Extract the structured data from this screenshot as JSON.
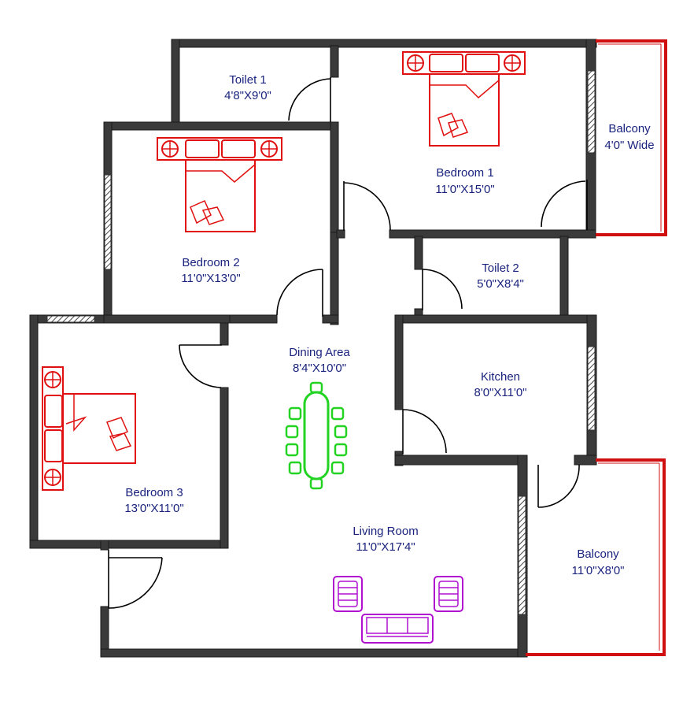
{
  "colors": {
    "wall": "#3a3a3a",
    "label": "#1a237e",
    "bed": "#e01010",
    "dining": "#22d322",
    "sofa": "#b010d0",
    "balcony_rail": "#d01010"
  },
  "rooms": {
    "toilet1": {
      "name": "Toilet 1",
      "dims": "4'8\"X9'0\""
    },
    "bedroom1": {
      "name": "Bedroom 1",
      "dims": "11'0\"X15'0\""
    },
    "balcony1": {
      "name": "Balcony",
      "dims": "4'0\" Wide"
    },
    "bedroom2": {
      "name": "Bedroom 2",
      "dims": "11'0\"X13'0\""
    },
    "toilet2": {
      "name": "Toilet 2",
      "dims": "5'0\"X8'4\""
    },
    "dining": {
      "name": "Dining Area",
      "dims": "8'4\"X10'0\""
    },
    "kitchen": {
      "name": "Kitchen",
      "dims": "8'0\"X11'0\""
    },
    "bedroom3": {
      "name": "Bedroom 3",
      "dims": "13'0\"X11'0\""
    },
    "living": {
      "name": "Living Room",
      "dims": "11'0\"X17'4\""
    },
    "balcony2": {
      "name": "Balcony",
      "dims": "11'0\"X8'0\""
    }
  },
  "icons": {
    "bed": "double-bed-icon",
    "dining_table": "dining-table-icon",
    "armchair": "armchair-icon",
    "sofa": "sofa-icon",
    "door": "door-swing-icon",
    "window": "window-icon"
  }
}
